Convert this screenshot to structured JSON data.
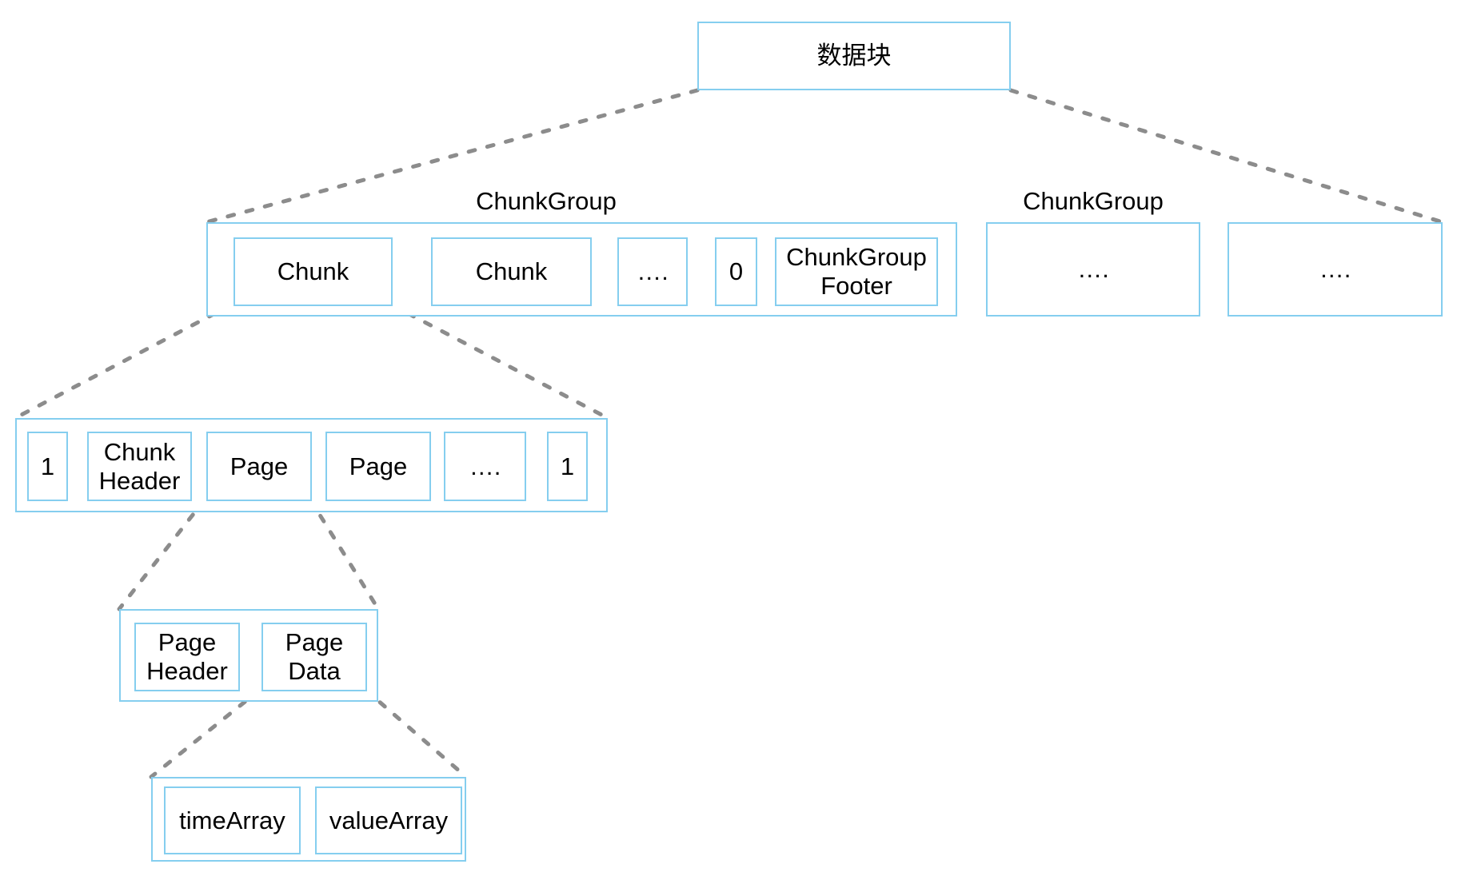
{
  "diagram": {
    "colors": {
      "box_border": "#85CEEF",
      "connector": "#8C8C8C",
      "text": "#000000"
    },
    "root_label": "数据块",
    "level2": {
      "group1_label": "ChunkGroup",
      "group2_label": "ChunkGroup",
      "group1_cells": {
        "chunk1": "Chunk",
        "chunk2": "Chunk",
        "ellipsis": "….",
        "zero": "0",
        "footer": "ChunkGroup Footer"
      },
      "group2_text": "….",
      "group3_text": "…."
    },
    "level3_cells": {
      "one_left": "1",
      "chunk_header": "Chunk Header",
      "page1": "Page",
      "page2": "Page",
      "ellipsis": "….",
      "one_right": "1"
    },
    "level4_cells": {
      "page_header": "Page Header",
      "page_data": "Page Data"
    },
    "level5_cells": {
      "time_array": "timeArray",
      "value_array": "valueArray"
    }
  }
}
